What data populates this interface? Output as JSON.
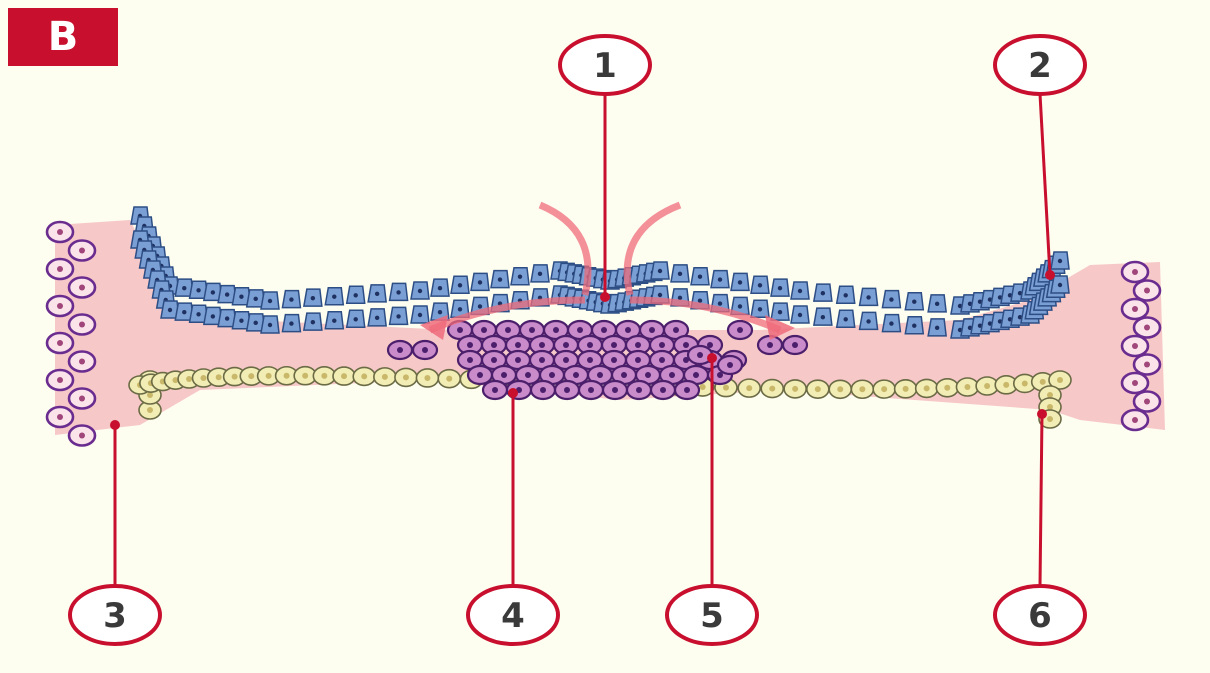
{
  "panel_label": "B",
  "callouts": [
    {
      "label": "1"
    },
    {
      "label": "2"
    },
    {
      "label": "3"
    },
    {
      "label": "4"
    },
    {
      "label": "5"
    },
    {
      "label": "6"
    }
  ],
  "colors": {
    "background": "#fdfdf0",
    "accent_red": "#c8102e",
    "arrow_pink": "#ef6b7b",
    "mesoderm_pink": "#f7c8c8",
    "epiblast_blue": "#7a9fd4",
    "hypoblast_yellow": "#f2edb5",
    "cell_purple": "#9b3d9b"
  }
}
